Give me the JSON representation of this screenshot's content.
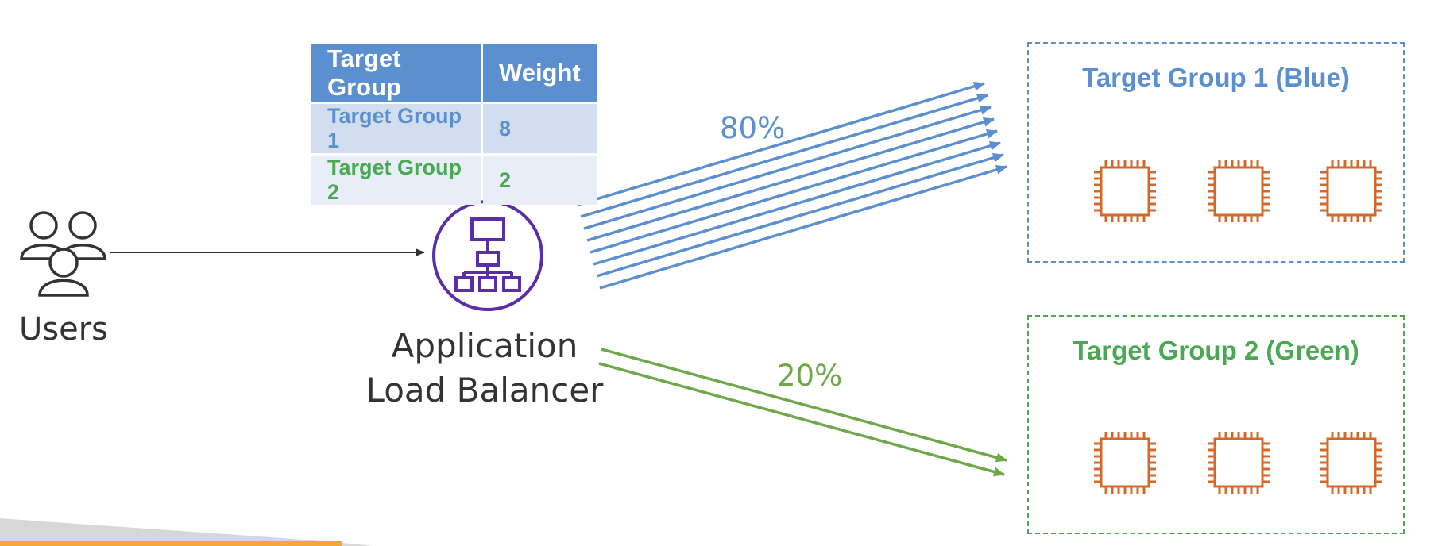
{
  "weights_table": {
    "headers": [
      "Target Group",
      "Weight"
    ],
    "rows": [
      {
        "group": "Target Group 1",
        "weight": "8"
      },
      {
        "group": "Target Group 2",
        "weight": "2"
      }
    ]
  },
  "users": {
    "label": "Users",
    "icon": "users-icon"
  },
  "load_balancer": {
    "label_line1": "Application",
    "label_line2": "Load Balancer",
    "icon": "load-balancer-icon"
  },
  "traffic": {
    "blue_percent": "80%",
    "green_percent": "20%",
    "blue_arrow_count": 8,
    "green_arrow_count": 2
  },
  "target_groups": [
    {
      "title": "Target Group 1 (Blue)",
      "instances": 3,
      "instance_icon": "chip-icon"
    },
    {
      "title": "Target Group 2 (Green)",
      "instances": 3,
      "instance_icon": "chip-icon"
    }
  ],
  "colors": {
    "blue": "#5b8fcf",
    "green": "#6fa84a",
    "alb_purple": "#5a2ea6",
    "instance_orange": "#d4682a"
  }
}
